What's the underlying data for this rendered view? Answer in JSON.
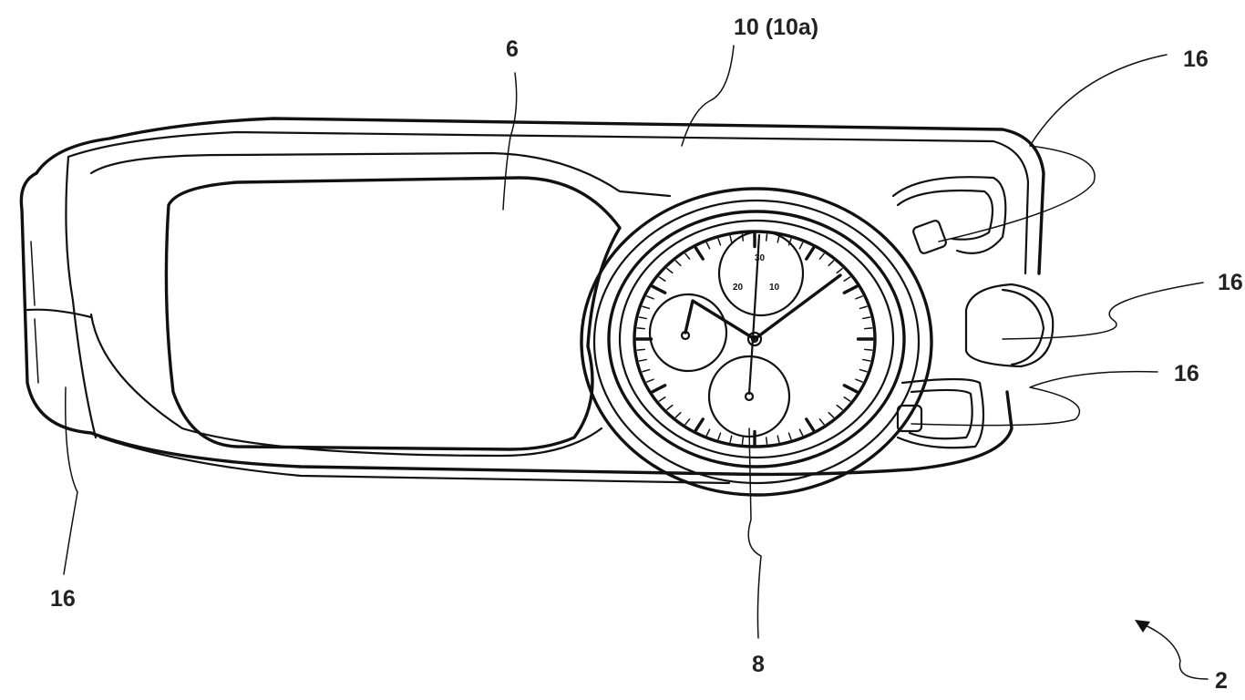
{
  "figure": {
    "labels": {
      "display": "6",
      "case": "10 (10a)",
      "button_top": "16",
      "button_middle": "16",
      "button_bottom": "16",
      "left_end": "16",
      "watch": "8",
      "device": "2"
    },
    "subdial_numbers": [
      "30",
      "20",
      "10"
    ]
  }
}
